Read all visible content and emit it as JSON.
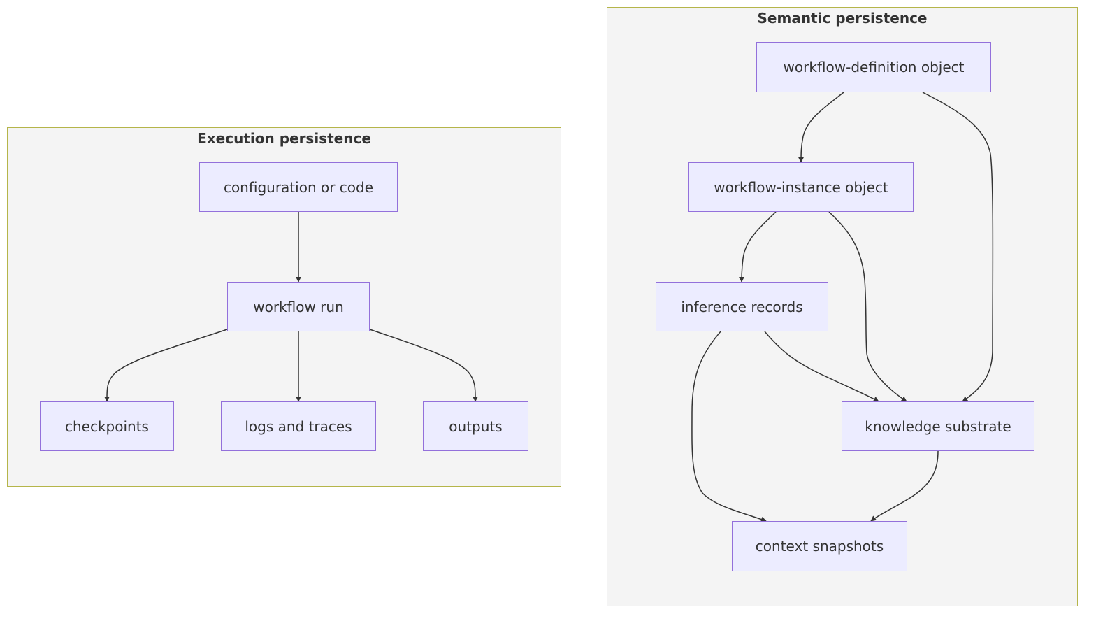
{
  "clusters": {
    "execution": {
      "title": "Execution persistence"
    },
    "semantic": {
      "title": "Semantic persistence"
    }
  },
  "nodes": {
    "config_or_code": "configuration or code",
    "workflow_run": "workflow run",
    "checkpoints": "checkpoints",
    "logs_and_traces": "logs and traces",
    "outputs": "outputs",
    "workflow_definition": "workflow-definition object",
    "workflow_instance": "workflow-instance object",
    "inference_records": "inference records",
    "knowledge_substrate": "knowledge substrate",
    "context_snapshots": "context snapshots"
  },
  "edges": [
    {
      "from": "configuration or code",
      "to": "workflow run"
    },
    {
      "from": "workflow run",
      "to": "checkpoints"
    },
    {
      "from": "workflow run",
      "to": "logs and traces"
    },
    {
      "from": "workflow run",
      "to": "outputs"
    },
    {
      "from": "workflow-definition object",
      "to": "workflow-instance object"
    },
    {
      "from": "workflow-definition object",
      "to": "knowledge substrate"
    },
    {
      "from": "workflow-instance object",
      "to": "inference records"
    },
    {
      "from": "workflow-instance object",
      "to": "knowledge substrate"
    },
    {
      "from": "inference records",
      "to": "knowledge substrate"
    },
    {
      "from": "inference records",
      "to": "context snapshots"
    },
    {
      "from": "knowledge substrate",
      "to": "context snapshots"
    }
  ],
  "colors": {
    "cluster_fill": "#f4f4f4",
    "cluster_border": "#b5b54a",
    "node_fill": "#ececff",
    "node_border": "#9370db",
    "edge": "#333333",
    "text": "#333333"
  }
}
